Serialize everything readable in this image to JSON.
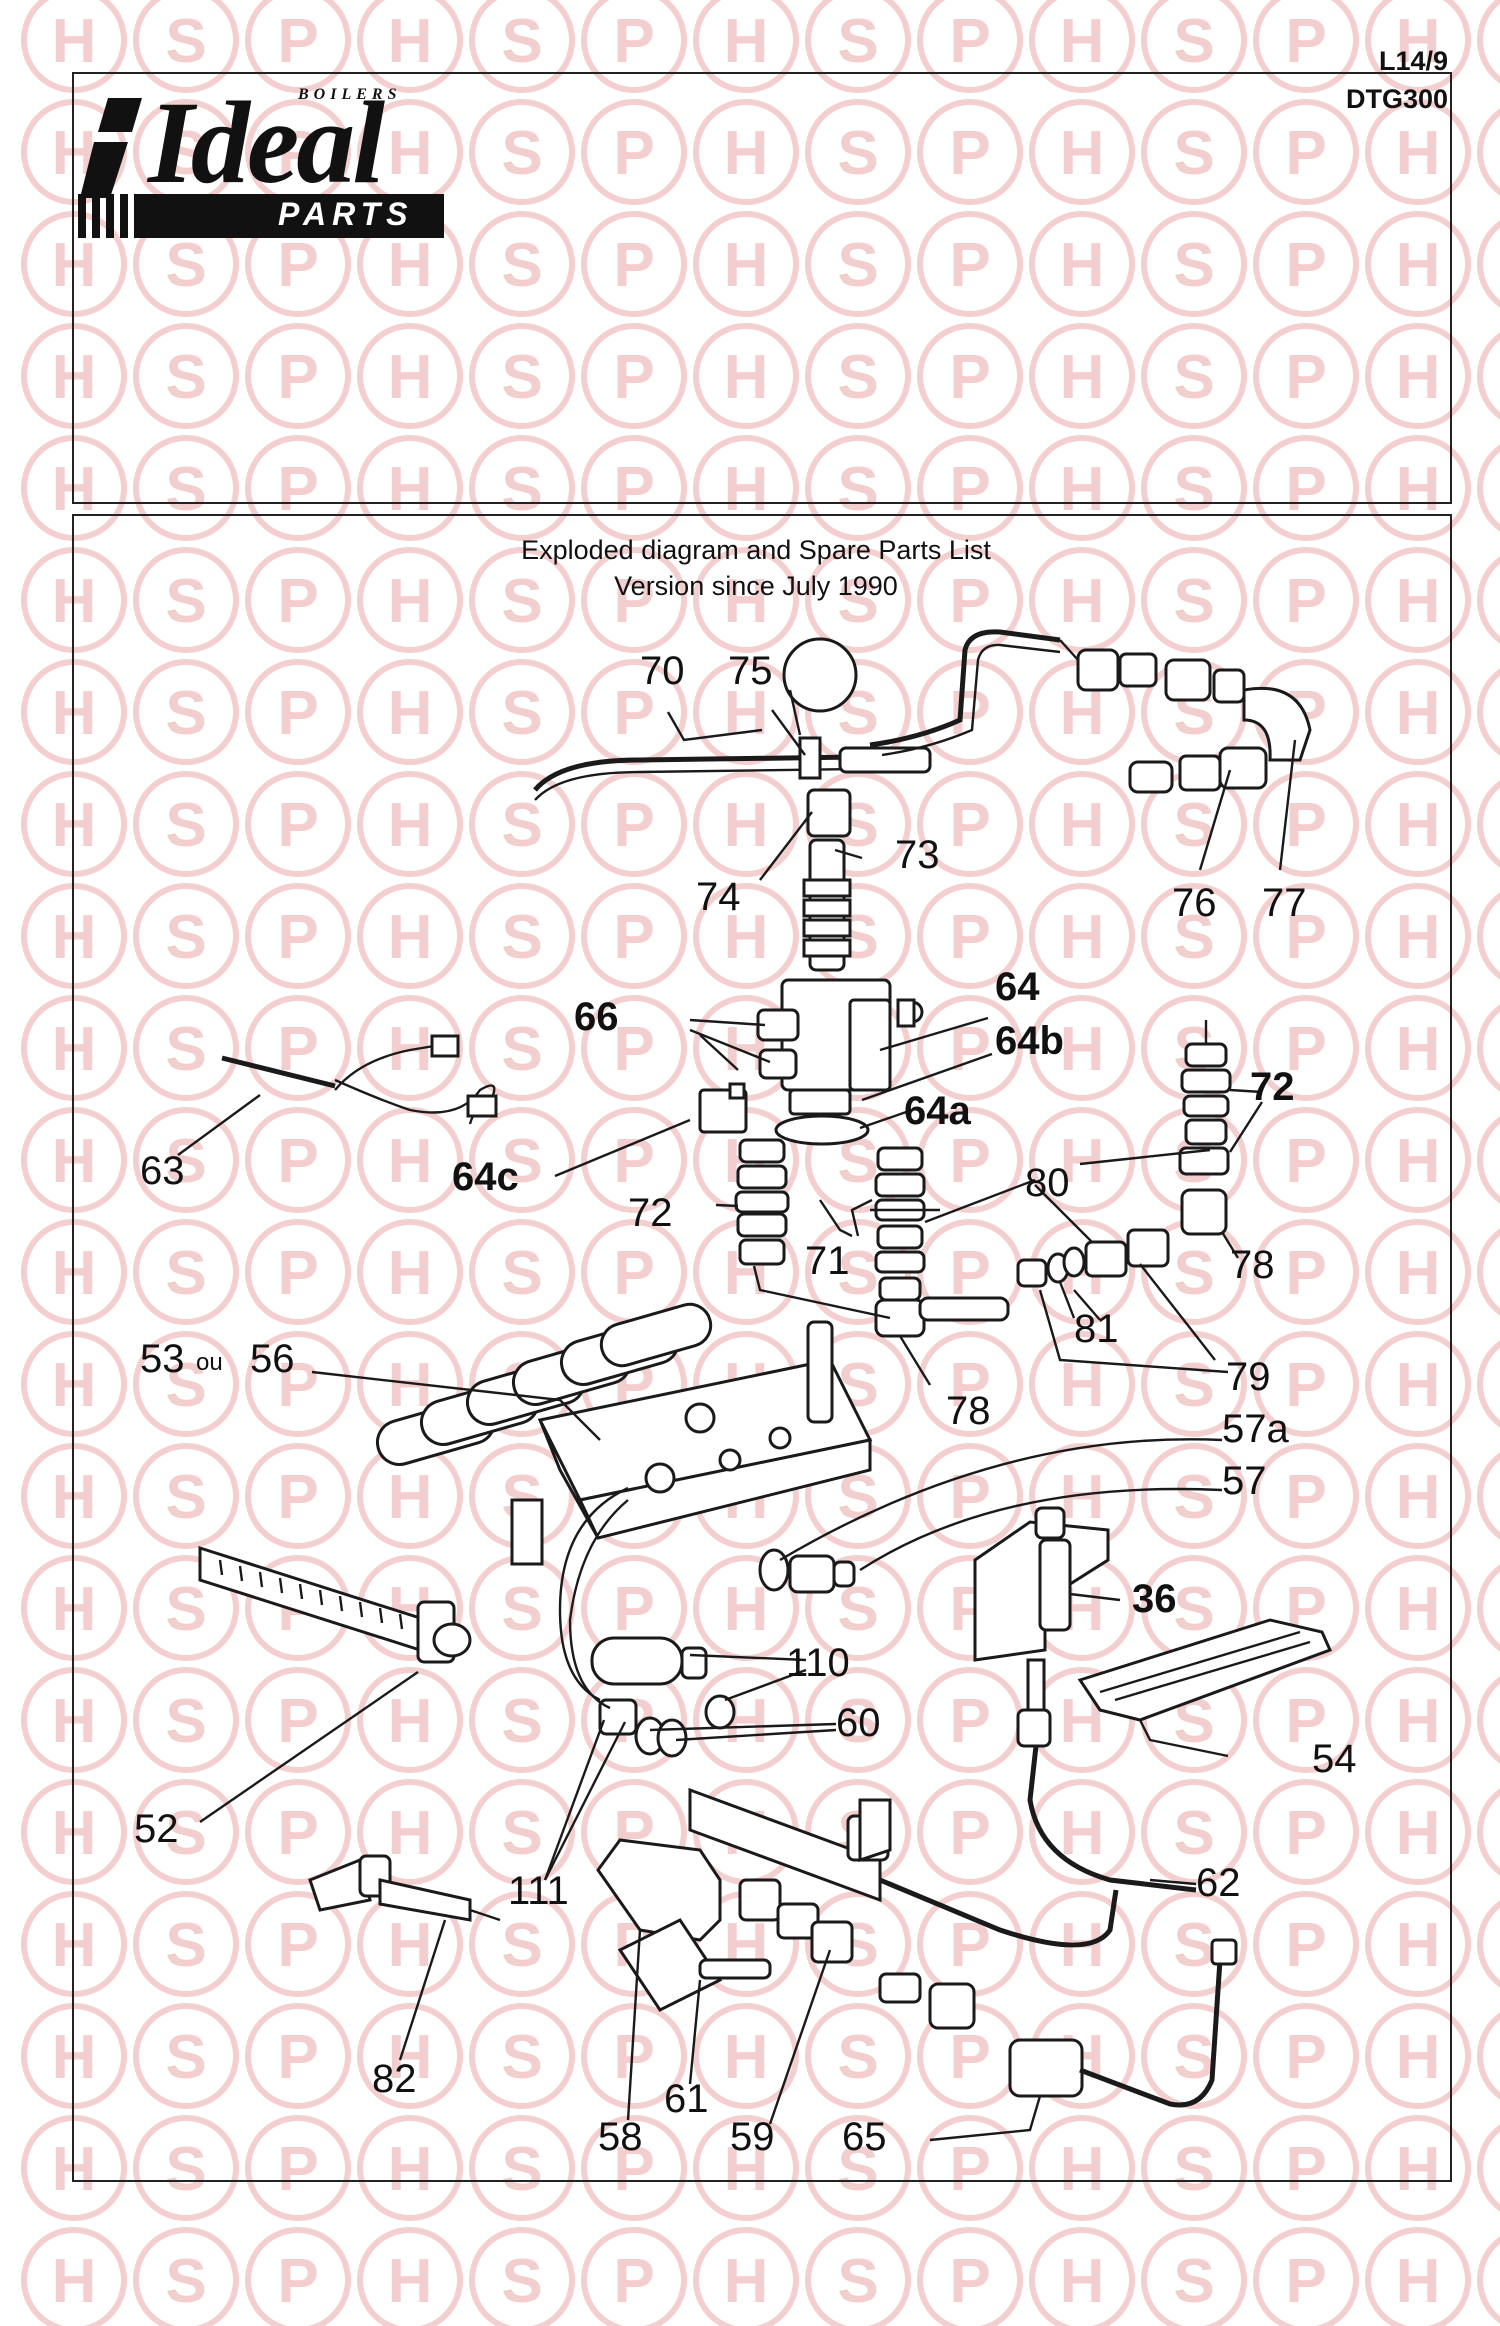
{
  "header": {
    "code_line1": "L14/9",
    "code_line2": "DTG300",
    "logo": {
      "boilers": "BOILERS",
      "ideal": "Ideal",
      "parts": "PARTS"
    }
  },
  "watermark": {
    "letters": [
      "H",
      "S",
      "P"
    ],
    "color": "#e9a7a7"
  },
  "diagram": {
    "title_line1": "Exploded diagram and Spare Parts List",
    "title_line2": "Version since July 1990",
    "part_labels": {
      "p70": "70",
      "p75": "75",
      "p73": "73",
      "p74": "74",
      "p76": "76",
      "p77": "77",
      "p64": "64",
      "p64b": "64b",
      "p66": "66",
      "p64a": "64a",
      "p72a": "72",
      "p63": "63",
      "p64c": "64c",
      "p72b": "72",
      "p71": "71",
      "p80": "80",
      "p78a": "78",
      "p81": "81",
      "p79": "79",
      "p78b": "78",
      "p53": "53",
      "p53ou": "ou",
      "p56": "56",
      "p57a": "57a",
      "p57": "57",
      "p36": "36",
      "p110": "110",
      "p60": "60",
      "p54": "54",
      "p52": "52",
      "p111": "111",
      "p62": "62",
      "p82": "82",
      "p61": "61",
      "p58": "58",
      "p59": "59",
      "p65": "65"
    }
  }
}
